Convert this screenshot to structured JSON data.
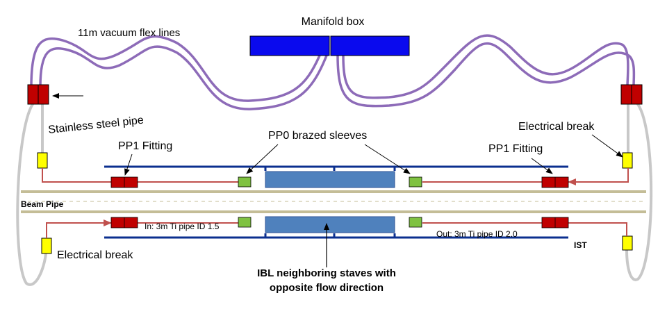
{
  "labels": {
    "manifold_box": "Manifold box",
    "flex_lines": "11m vacuum flex lines",
    "stainless_pipe": "Stainless steel pipe",
    "pp0_sleeves": "PP0 brazed sleeves",
    "pp1_left": "PP1 Fitting",
    "pp1_right": "PP1 Fitting",
    "electrical_break_top": "Electrical break",
    "electrical_break_bottom": "Electrical break",
    "beam_pipe": "Beam Pipe",
    "in_pipe": "In: 3m Ti pipe ID 1.5",
    "out_pipe": "Out: 3m Ti pipe ID 2.0",
    "ist": "IST",
    "ibl_line1": "IBL neighboring staves with",
    "ibl_line2": "opposite flow direction"
  },
  "colors": {
    "manifold": "#0a0aee",
    "flex_line": "#8d6bb8",
    "fitting_red": "#c00000",
    "electrical_break": "#ffff00",
    "sleeve_green": "#7fc241",
    "stave": "#4f81bd",
    "ist_line": "#0b2f8f",
    "beam_pipe": "#c4bd97",
    "ti_pipe": "#c0504d",
    "return_pipe": "#c8c8c8"
  }
}
